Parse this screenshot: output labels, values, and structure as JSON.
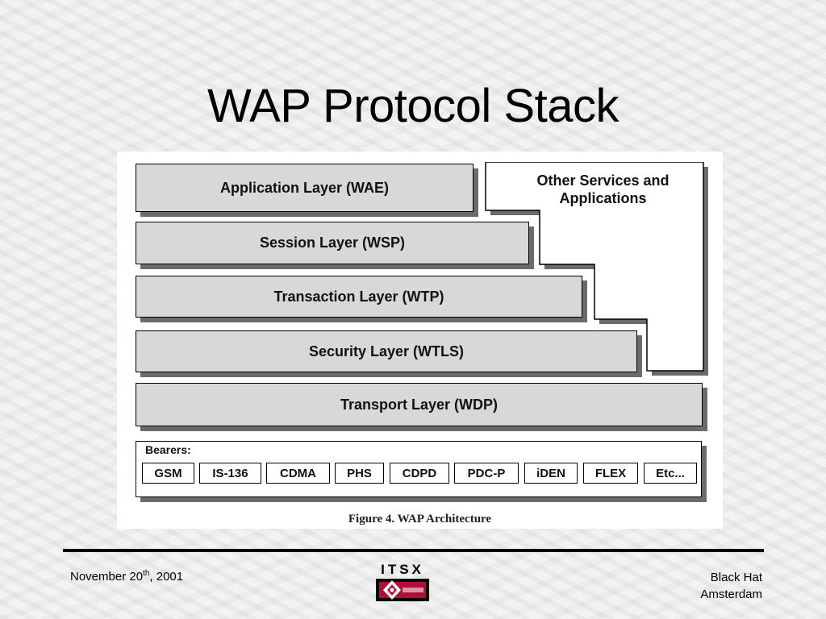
{
  "slide": {
    "title": "WAP Protocol Stack"
  },
  "diagram": {
    "layers": [
      {
        "label": "Application Layer (WAE)"
      },
      {
        "label": "Session Layer (WSP)"
      },
      {
        "label": "Transaction Layer (WTP)"
      },
      {
        "label": "Security Layer (WTLS)"
      },
      {
        "label": "Transport Layer (WDP)"
      }
    ],
    "other_services": {
      "line1": "Other Services and",
      "line2": "Applications"
    },
    "bearers": {
      "label": "Bearers:",
      "items": [
        "GSM",
        "IS-136",
        "CDMA",
        "PHS",
        "CDPD",
        "PDC-P",
        "iDEN",
        "FLEX",
        "Etc..."
      ]
    },
    "caption": "Figure 4.  WAP Architecture"
  },
  "footer": {
    "date_prefix": "November 20",
    "date_sup": "th",
    "date_suffix": ", 2001",
    "logo_text": "ITSX",
    "right_line1": "Black Hat",
    "right_line2": "Amsterdam"
  },
  "colors": {
    "layer_fill": "#d8d8d8",
    "shadow": "#6b6b6b",
    "logo_red": "#b01038"
  }
}
